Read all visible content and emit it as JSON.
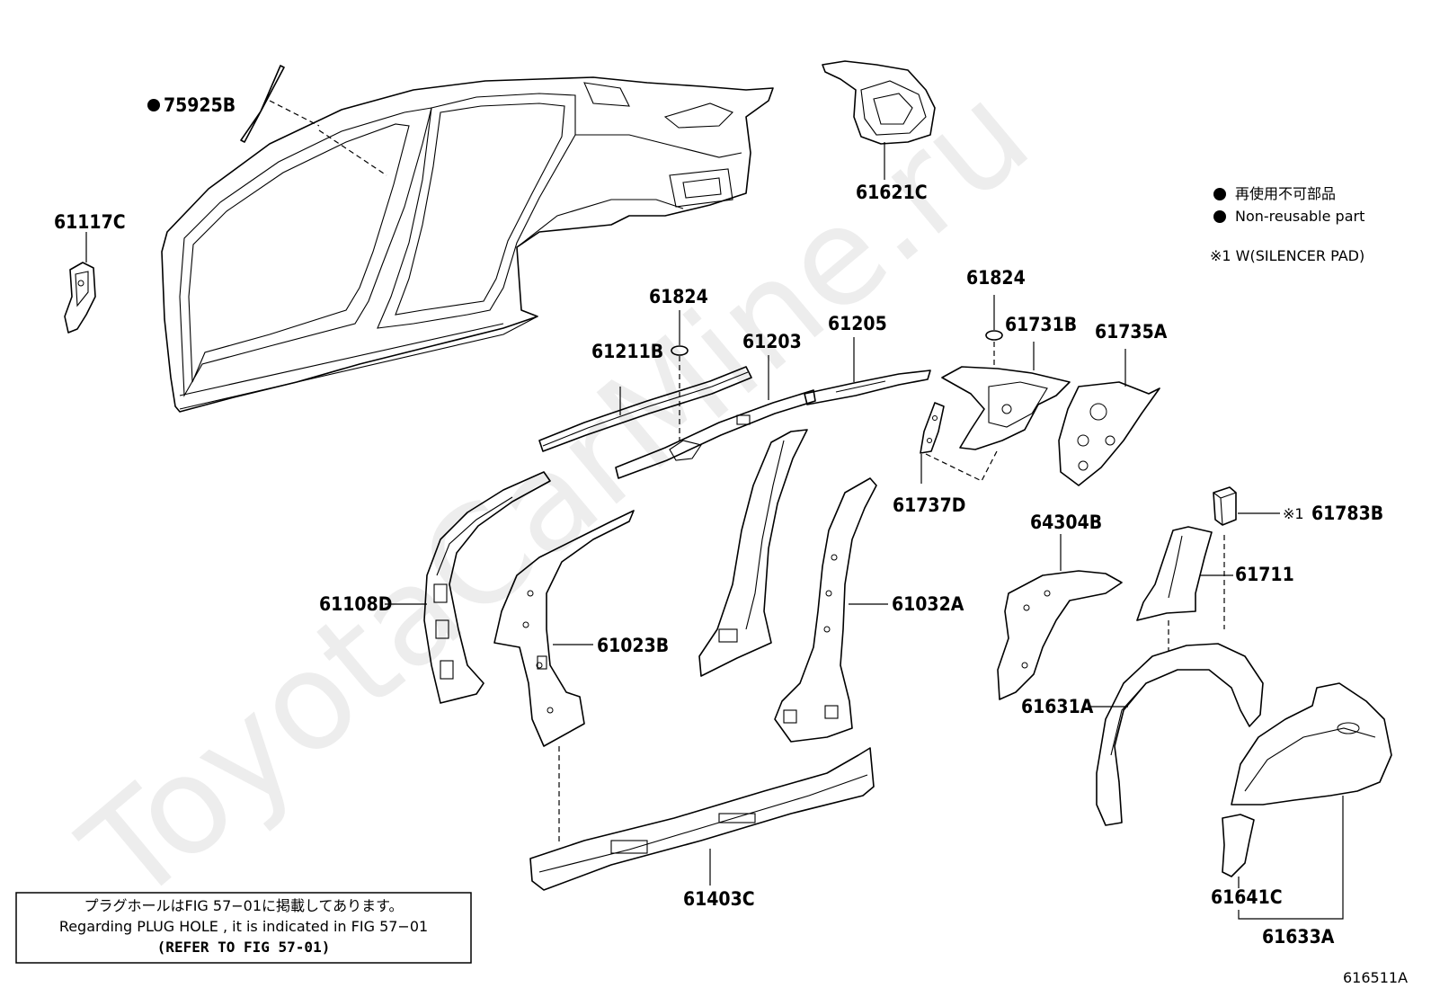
{
  "diagram_id": "616511A",
  "watermark": "ToyotaCarMine.ru",
  "legend": {
    "jp_line": "再使用不可部品",
    "en_line": "Non-reusable part",
    "note_line": "※1 W(SILENCER PAD)"
  },
  "plug_hole_note": {
    "jp": "プラグホールはFIG 57−01に掲載してあります。",
    "en": "Regarding PLUG HOLE , it is indicated in FIG 57−01",
    "ref": "(REFER TO FIG 57-01)"
  },
  "parts": {
    "p75925B": "75925B",
    "p61117C": "61117C",
    "p61621C": "61621C",
    "p61824a": "61824",
    "p61824b": "61824",
    "p61211B": "61211B",
    "p61203": "61203",
    "p61205": "61205",
    "p61731B": "61731B",
    "p61735A": "61735A",
    "p61737D": "61737D",
    "p61108D": "61108D",
    "p61023B": "61023B",
    "p61032A": "61032A",
    "p64304B": "64304B",
    "p61783B": "61783B",
    "p61783B_mark": "※1",
    "p61711": "61711",
    "p61631A": "61631A",
    "p61403C": "61403C",
    "p61641C": "61641C",
    "p61633A": "61633A"
  }
}
